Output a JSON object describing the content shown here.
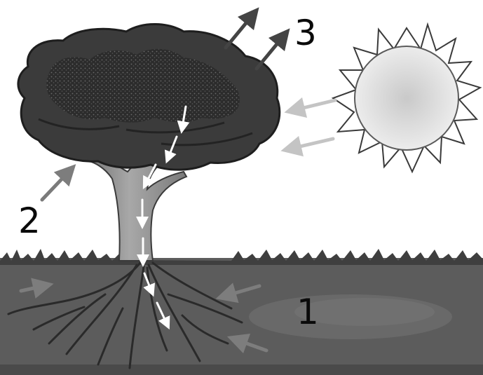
{
  "labels": {
    "soil_marker": "1",
    "trunk_marker": "2",
    "canopy_marker": "3"
  },
  "colors": {
    "background": "#ffffff",
    "soil": "#5a5a5a",
    "canopy": "#3d3d3d",
    "trunk": "#9a9a9a",
    "sun": "#d8d8d8",
    "arrow_dark": "#444444",
    "arrow_light": "#bdbdbd"
  }
}
